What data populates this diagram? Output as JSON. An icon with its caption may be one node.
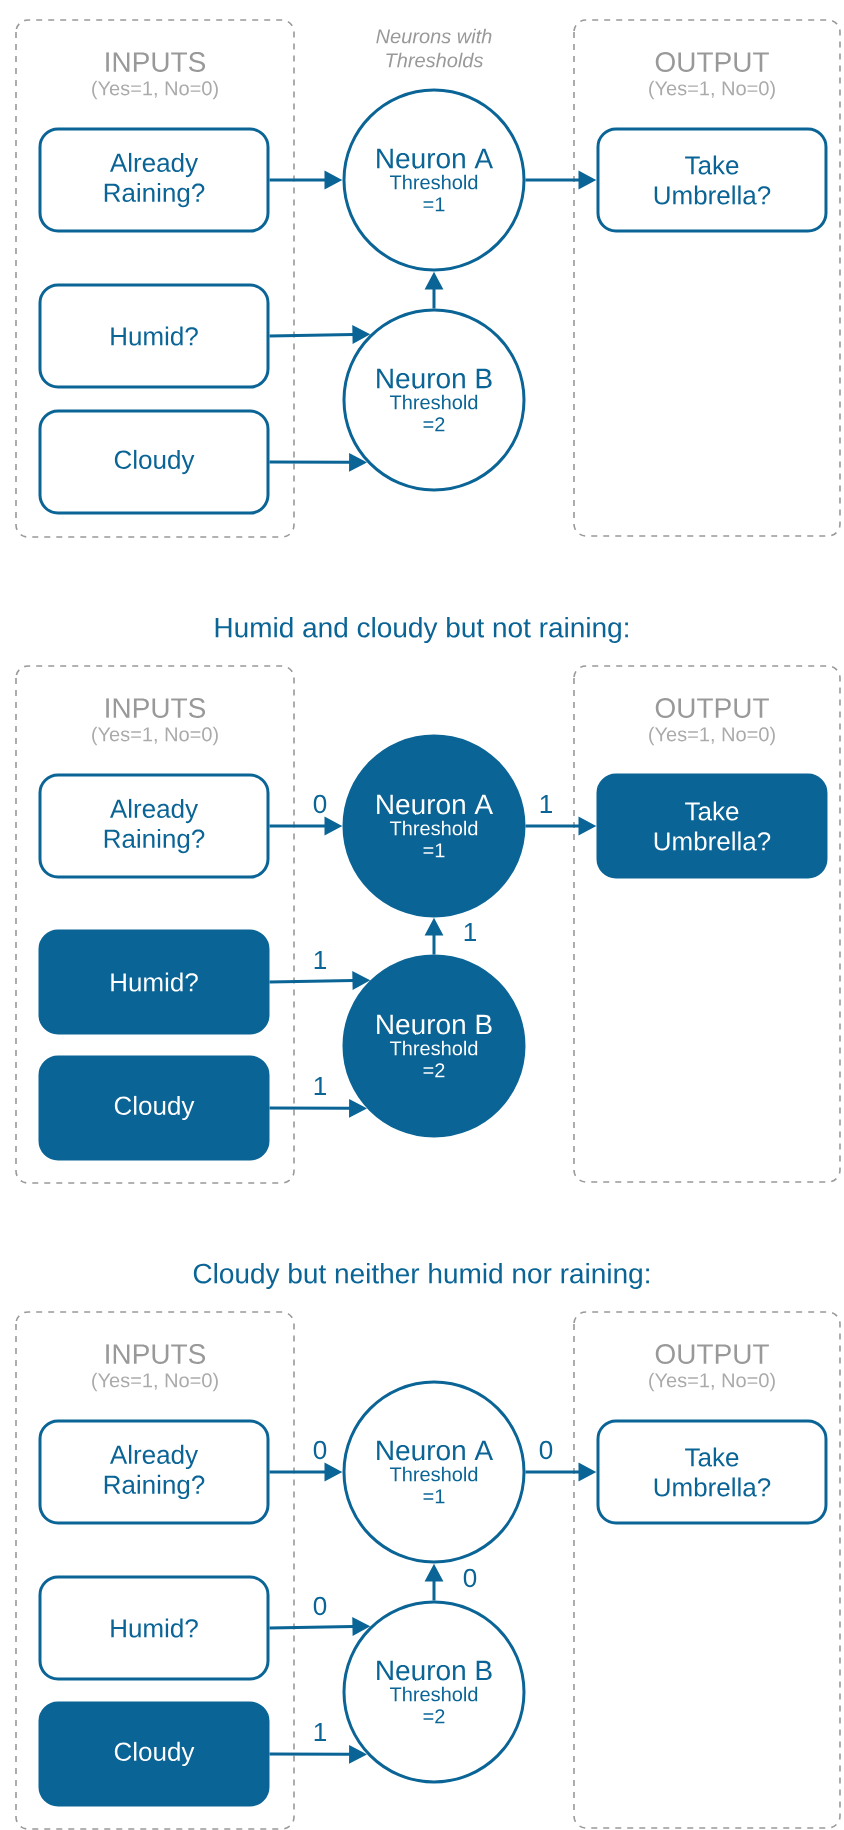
{
  "diagram": {
    "nodes": [
      {
        "text": [
          "INPUTS",
          "(Yes=1, No=0)"
        ]
      },
      {
        "text": [
          "Already Raining?"
        ],
        "in": 0
      },
      {
        "text": [
          "Humid?"
        ],
        "in": 0
      },
      {
        "text": [
          "Cloudy"
        ],
        "in": 0
      },
      {
        "text": [
          "Neuron A",
          "Threshold =1"
        ]
      },
      {
        "text": [
          "Neuron B",
          "Threshold =2"
        ]
      },
      {
        "text": [
          "OUTPUT",
          "(Yes=1, No=0)"
        ]
      },
      {
        "text": [
          "Take Umbrella?"
        ],
        "in": 6
      },
      {
        "text": [
          "INPUTS",
          "(Yes=1, No=0)"
        ]
      },
      {
        "text": [
          "Already Raining?"
        ],
        "in": 8
      },
      {
        "text": [
          "Humid?"
        ],
        "in": 8
      },
      {
        "text": [
          "Cloudy"
        ],
        "in": 8
      },
      {
        "text": [
          "Neuron A",
          "Threshold =1"
        ]
      },
      {
        "text": [
          "Neuron B",
          "Threshold =2"
        ]
      },
      {
        "text": [
          "OUTPUT",
          "(Yes=1, No=0)"
        ]
      },
      {
        "text": [
          "Take Umbrella?"
        ],
        "in": 14
      },
      {
        "text": [
          "INPUTS",
          "(Yes=1, No=0)"
        ]
      },
      {
        "text": [
          "Already Raining?"
        ],
        "in": 16
      },
      {
        "text": [
          "Humid?"
        ],
        "in": 16
      },
      {
        "text": [
          "Cloudy"
        ],
        "in": 16
      },
      {
        "text": [
          "Neuron A",
          "Threshold =1"
        ]
      },
      {
        "text": [
          "Neuron B",
          "Threshold =2"
        ]
      },
      {
        "text": [
          "OUTPUT",
          "(Yes=1, No=0)"
        ]
      },
      {
        "text": [
          "Take Umbrella?"
        ],
        "in": 22
      }
    ],
    "edges": [
      {
        "from": 1,
        "to": 4,
        "arrow": "to"
      },
      {
        "from": 2,
        "to": 5,
        "arrow": "to"
      },
      {
        "from": 3,
        "to": 5,
        "arrow": "to"
      },
      {
        "from": 5,
        "to": 4,
        "arrow": "to"
      },
      {
        "from": 4,
        "to": 7,
        "arrow": "to"
      },
      {
        "from": 9,
        "to": 12,
        "arrow": "to",
        "label": "0"
      },
      {
        "from": 10,
        "to": 13,
        "arrow": "to",
        "label": "1"
      },
      {
        "from": 11,
        "to": 13,
        "arrow": "to",
        "label": "1"
      },
      {
        "from": 13,
        "to": 12,
        "arrow": "to",
        "label": "1"
      },
      {
        "from": 12,
        "to": 15,
        "arrow": "to",
        "label": "1"
      },
      {
        "from": 17,
        "to": 20,
        "arrow": "to",
        "label": "0"
      },
      {
        "from": 18,
        "to": 21,
        "arrow": "to",
        "label": "0"
      },
      {
        "from": 19,
        "to": 21,
        "arrow": "to",
        "label": "1"
      },
      {
        "from": 21,
        "to": 20,
        "arrow": "to",
        "label": "0"
      },
      {
        "from": 20,
        "to": 23,
        "arrow": "to",
        "label": "0"
      }
    ],
    "labels": [
      "Neurons with Thresholds",
      "Humid and cloudy but not raining:",
      "Cloudy but neither humid nor raining:"
    ]
  }
}
